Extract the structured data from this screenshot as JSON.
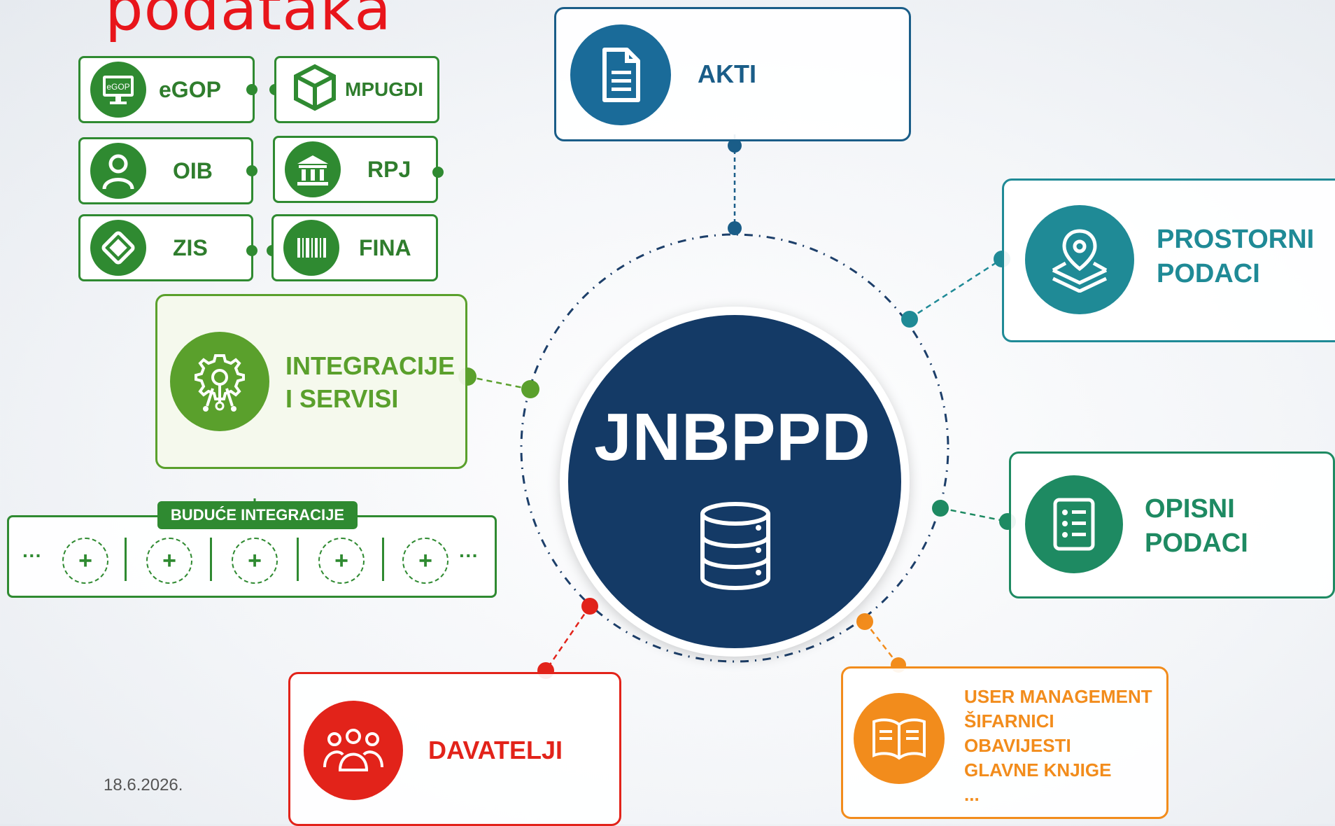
{
  "title": "podataka",
  "center": {
    "label": "JNBPPD",
    "icon": "database-icon"
  },
  "source_systems": [
    {
      "label": "eGOP",
      "icon": "monitor-icon"
    },
    {
      "label": "MPUGDI",
      "icon": "cube-icon"
    },
    {
      "label": "OIB",
      "icon": "person-icon"
    },
    {
      "label": "RPJ",
      "icon": "bank-icon"
    },
    {
      "label": "ZIS",
      "icon": "diamond-icon"
    },
    {
      "label": "FINA",
      "icon": "barcode-icon"
    }
  ],
  "nodes": {
    "akti": {
      "label": "AKTI",
      "icon": "document-icon",
      "color": "#1a6b99"
    },
    "prostorni": {
      "line1": "PROSTORNI",
      "line2": "PODACI",
      "icon": "map-pin-layers-icon",
      "color": "#1f8a96"
    },
    "opisni": {
      "line1": "OPISNI",
      "line2": "PODACI",
      "icon": "checklist-icon",
      "color": "#1e8a62"
    },
    "integracije": {
      "line1": "INTEGRACIJE",
      "line2": "I SERVISI",
      "icon": "gear-network-icon",
      "color": "#5aa02c"
    },
    "davatelji": {
      "label": "DAVATELJI",
      "icon": "group-icon",
      "color": "#e2231a"
    },
    "user": {
      "lines": [
        "USER MANAGEMENT",
        "ŠIFARNICI",
        "OBAVIJESTI",
        "GLAVNE KNJIGE",
        "..."
      ],
      "icon": "open-book-icon",
      "color": "#f28c1c"
    }
  },
  "future": {
    "label": "BUDUĆE INTEGRACIJE",
    "slot_symbol": "+",
    "ellipsis": "···"
  },
  "footer": {
    "date": "18.6.2026."
  }
}
